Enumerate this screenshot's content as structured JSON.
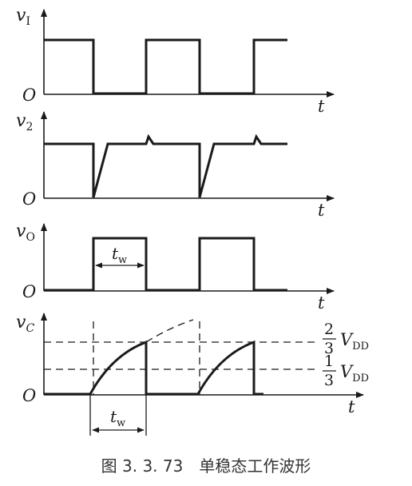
{
  "panels": {
    "vi": {
      "var": "v",
      "sub": "I"
    },
    "v2": {
      "var": "v",
      "sub": "2"
    },
    "vo": {
      "var": "v",
      "sub": "O"
    },
    "vc": {
      "var": "v",
      "sub": "C"
    }
  },
  "axis": {
    "origin": "O",
    "time": "t"
  },
  "tw": {
    "var": "t",
    "sub": "w"
  },
  "levels": {
    "high": {
      "num": "2",
      "den": "3",
      "var": "V",
      "sub": "DD"
    },
    "low": {
      "num": "1",
      "den": "3",
      "var": "V",
      "sub": "DD"
    }
  },
  "caption": "图 3. 3. 73　单稳态工作波形"
}
